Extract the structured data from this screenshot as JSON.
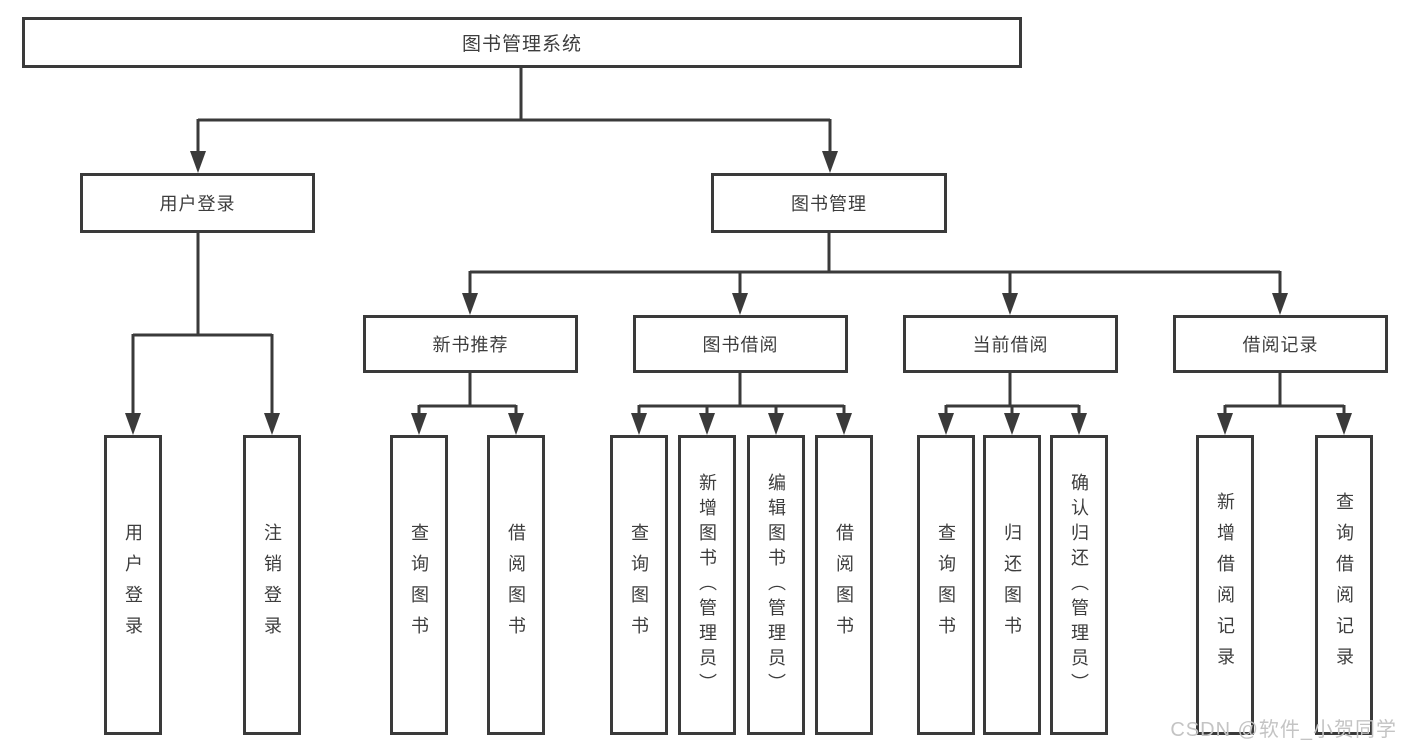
{
  "diagram": {
    "root": {
      "label": "图书管理系统"
    },
    "level1": [
      {
        "label": "用户登录"
      },
      {
        "label": "图书管理"
      }
    ],
    "level2": [
      {
        "label": "新书推荐"
      },
      {
        "label": "图书借阅"
      },
      {
        "label": "当前借阅"
      },
      {
        "label": "借阅记录"
      }
    ],
    "leaves": {
      "user_login": [
        {
          "label": "用户登录"
        },
        {
          "label": "注销登录"
        }
      ],
      "new_book": [
        {
          "label": "查询图书"
        },
        {
          "label": "借阅图书"
        }
      ],
      "book_borrow": [
        {
          "label": "查询图书"
        },
        {
          "label": "新增图书（管理员）"
        },
        {
          "label": "编辑图书（管理员）"
        },
        {
          "label": "借阅图书"
        }
      ],
      "current_borrow": [
        {
          "label": "查询图书"
        },
        {
          "label": "归还图书"
        },
        {
          "label": "确认归还（管理员）"
        }
      ],
      "borrow_record": [
        {
          "label": "新增借阅记录"
        },
        {
          "label": "查询借阅记录"
        }
      ]
    }
  },
  "watermark": {
    "text": "CSDN @软件_小贺同学"
  },
  "colors": {
    "line": "#3a3a3a",
    "text": "#3d3d3d",
    "background": "#ffffff",
    "watermark": "#c4c4c4"
  }
}
